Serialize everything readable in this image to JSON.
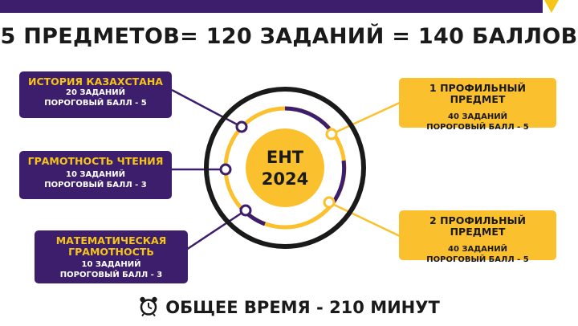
{
  "headline": "5 ПРЕДМЕТОВ= 120 ЗАДАНИЙ = 140 БАЛЛОВ",
  "center": {
    "line1": "ЕНТ",
    "line2": "2024"
  },
  "left_boxes": [
    {
      "title": "ИСТОРИЯ КАЗАХСТАНА",
      "tasks": "20 ЗАДАНИЙ",
      "threshold": "ПОРОГОВЫЙ БАЛЛ - 5"
    },
    {
      "title": "ГРАМОТНОСТЬ ЧТЕНИЯ",
      "tasks": "10 ЗАДАНИЙ",
      "threshold": "ПОРОГОВЫЙ БАЛЛ - 3"
    },
    {
      "title_line1": "МАТЕМАТИЧЕСКАЯ",
      "title_line2": "ГРАМОТНОСТЬ",
      "tasks": "10 ЗАДАНИЙ",
      "threshold": "ПОРОГОВЫЙ БАЛЛ - 3"
    }
  ],
  "right_boxes": [
    {
      "title": "1 ПРОФИЛЬНЫЙ ПРЕДМЕТ",
      "tasks": "40 ЗАДАНИЙ",
      "threshold": "ПОРОГОВЫЙ БАЛЛ - 5"
    },
    {
      "title": "2 ПРОФИЛЬНЫЙ ПРЕДМЕТ",
      "tasks": "40 ЗАДАНИЙ",
      "threshold": "ПОРОГОВЫЙ БАЛЛ - 5"
    }
  ],
  "footer": {
    "text": "ОБЩЕЕ ВРЕМЯ - 210 МИНУТ",
    "icon": "alarm-clock-icon"
  },
  "colors": {
    "purple": "#3d1e6d",
    "yellow": "#fbc02d",
    "black": "#1a1a1a",
    "white": "#ffffff"
  }
}
